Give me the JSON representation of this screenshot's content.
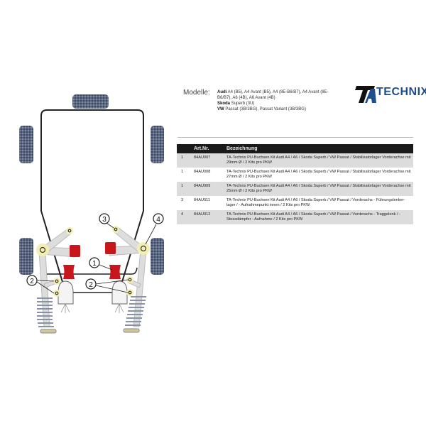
{
  "header": {
    "modelle_label": "Modelle:",
    "models": [
      {
        "brand": "Audi",
        "text": " A4 (B5), A4 Avant (B5), A4 (8E-B6/B7), A4 Avant (8E-B6/B7), A6 (4B), A6 Avant (4B)"
      },
      {
        "brand": "Skoda",
        "text": " Superb (3U)"
      },
      {
        "brand": "VW",
        "text": " Passat (3B/3BG), Passat Variant (3B/3BG)"
      }
    ],
    "logo": {
      "mark": "TA",
      "text": "TECHNIX"
    }
  },
  "table": {
    "columns": [
      "",
      "Art.Nr.",
      "Bezeichnung"
    ],
    "rows": [
      {
        "pos": "1",
        "art": "84AU007",
        "desc": "TA-Technix PU-Buchsen Kit Audi A4 / A6 / Skoda Superb / VW Passat / Stabilisatorlager Vorderachse mit 29mm Ø / 2 Kits pro PKW"
      },
      {
        "pos": "1",
        "art": "84AU008",
        "desc": "TA-Technix PU-Buchsen Kit Audi A4 / A6 / Skoda Superb / VW Passat / Stabilisatorlager Vorderachse mit 27mm Ø / 2 Kits pro PKW"
      },
      {
        "pos": "1",
        "art": "84AU009",
        "desc": "TA-Technix PU-Buchsen Kit Audi A4 / A6 / Skoda Superb / VW Passat / Stabilisatorlager Vorderachse mit 25mm Ø / 2 Kits pro PKW"
      },
      {
        "pos": "3",
        "art": "84AU011",
        "desc": "TA-Technix PU-Buchsen Kit Audi A4 / A6 / Skoda Superb / VW Passat / Vorderachs - Führungslenker-lager / - Aufnahmepunkt innen / 2 Kits pro PKW"
      },
      {
        "pos": "4",
        "art": "84AU012",
        "desc": "TA-Technix PU-Buchsen Kit Audi A4 / A6 / Skoda Superb / VW Passat / Vorderachs - Traggelenk / -Stossdämpfer - Aufnahme / 2 Kits pro PKW"
      }
    ]
  },
  "diagram": {
    "callouts": {
      "c1": "1",
      "c2a": "2",
      "c2b": "2",
      "c3": "3",
      "c4": "4"
    },
    "colors": {
      "bushing": "#c8161d",
      "highlight": "#f3efb3",
      "arm": "#d8d8d8",
      "tire": "#5a6a86"
    }
  }
}
